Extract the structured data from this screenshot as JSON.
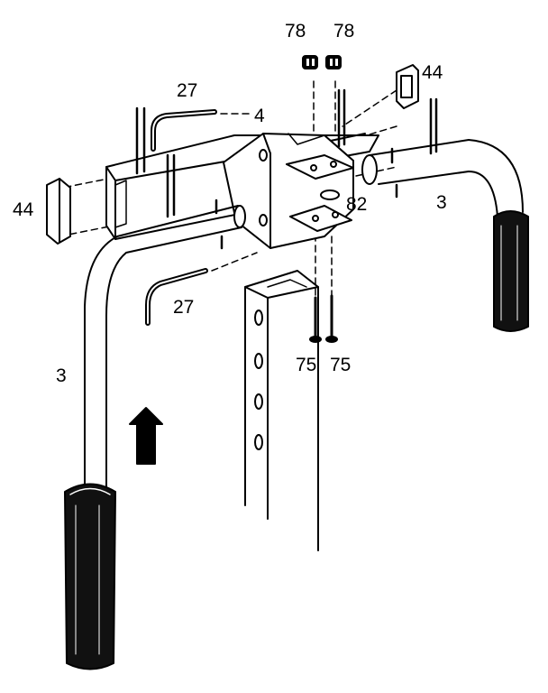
{
  "labels": {
    "part_78_left": "78",
    "part_78_right": "78",
    "part_44_right": "44",
    "part_27_top": "27",
    "part_4": "4",
    "part_44_left": "44",
    "part_82": "82",
    "part_3_right": "3",
    "part_27_bottom": "27",
    "part_75_left": "75",
    "part_75_right": "75",
    "part_3_left": "3"
  },
  "colors": {
    "ink": "#000000",
    "paper": "#ffffff",
    "grip": "#111111"
  },
  "icons": {
    "direction_arrow": "arrow-up-icon"
  }
}
